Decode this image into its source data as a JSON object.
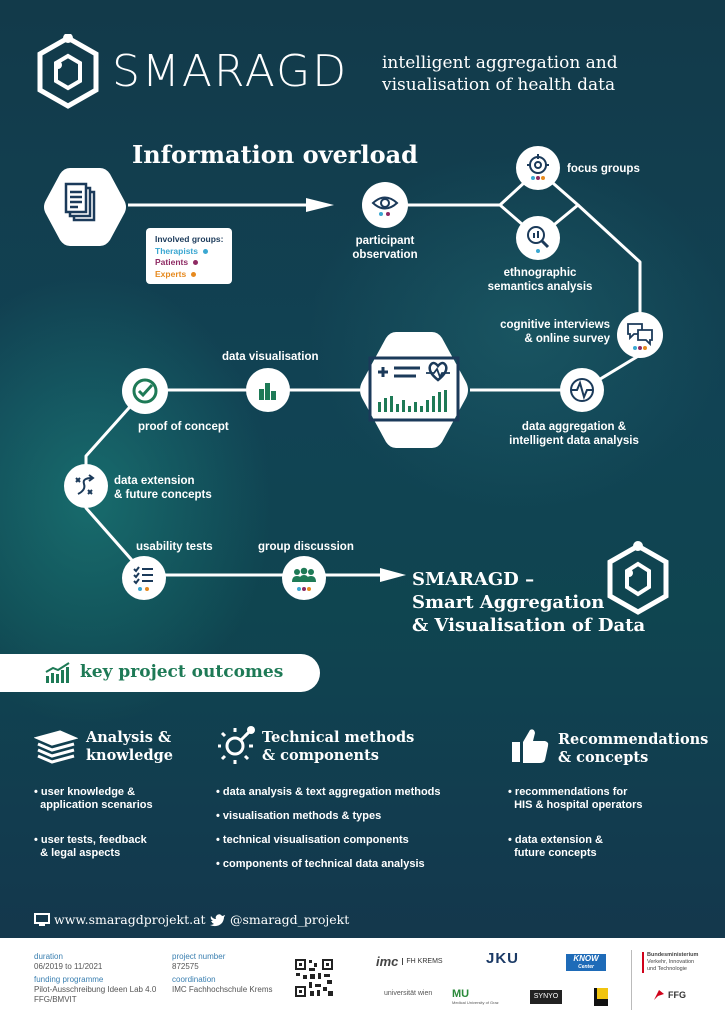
{
  "header": {
    "logo_text": "SMARAGD",
    "tagline_line1": "intelligent aggregation and",
    "tagline_line2": "visualisation of health data"
  },
  "process": {
    "title": "Information overload",
    "legend": {
      "title": "Involved groups:",
      "groups": [
        {
          "label": "Therapists",
          "color": "#3aa7d1"
        },
        {
          "label": "Patients",
          "color": "#8e2a63"
        },
        {
          "label": "Experts",
          "color": "#e6891e"
        }
      ]
    },
    "steps": {
      "participant_observation": "participant\nobservation",
      "focus_groups": "focus groups",
      "ethnographic": "ethnographic\nsemantics analysis",
      "cognitive_interviews": "cognitive interviews\n& online survey",
      "data_aggregation": "data aggregation &\nintelligent data analysis",
      "data_visualisation": "data visualisation",
      "proof_of_concept": "proof of concept",
      "data_extension": "data extension\n& future concepts",
      "usability_tests": "usability tests",
      "group_discussion": "group discussion"
    },
    "final": {
      "line1": "SMARAGD –",
      "line2": "Smart Aggregation",
      "line3": "& Visualisation of Data"
    }
  },
  "outcomes": {
    "banner": "key project outcomes",
    "columns": [
      {
        "title_line1": "Analysis &",
        "title_line2": "knowledge",
        "icon": "books-icon",
        "items": [
          "• user knowledge &\n  application scenarios",
          "• user tests, feedback\n  & legal aspects"
        ]
      },
      {
        "title_line1": "Technical methods",
        "title_line2": "& components",
        "icon": "gear-wrench-icon",
        "items": [
          "• data analysis & text aggregation methods",
          "• visualisation methods & types",
          "• technical visualisation components",
          "• components of technical data analysis"
        ]
      },
      {
        "title_line1": "Recommendations",
        "title_line2": "& concepts",
        "icon": "thumbs-up-icon",
        "items": [
          "• recommendations for\n  HIS & hospital operators",
          "• data extension &\n  future concepts"
        ]
      }
    ]
  },
  "links": {
    "website": "www.smaragdprojekt.at",
    "twitter": "@smaragd_projekt"
  },
  "footer": {
    "duration_label": "duration",
    "duration_value": "06/2019 to 11/2021",
    "funding_label": "funding programme",
    "funding_value_1": "Pilot-Ausschreibung Ideen Lab 4.0",
    "funding_value_2": "FFG/BMVIT",
    "project_number_label": "project number",
    "project_number_value": "872575",
    "coordination_label": "coordination",
    "coordination_value": "IMC Fachhochschule Krems",
    "partners": {
      "imc": "imc",
      "fh_krems": "FH KREMS",
      "jku": "JKU",
      "know": "KNOW",
      "know_sub": "Center",
      "bm_1": "Bundesministerium",
      "bm_2": "Verkehr, Innovation",
      "bm_3": "und Technologie",
      "univie": "universität wien",
      "mug": "MU",
      "mug_sub": "Medical University of Graz",
      "synyo": "SYNYO",
      "ffg": "FFG"
    }
  },
  "colors": {
    "therapists": "#3aa7d1",
    "patients": "#8e2a63",
    "experts": "#e6891e",
    "accent_green": "#1e7a56"
  }
}
